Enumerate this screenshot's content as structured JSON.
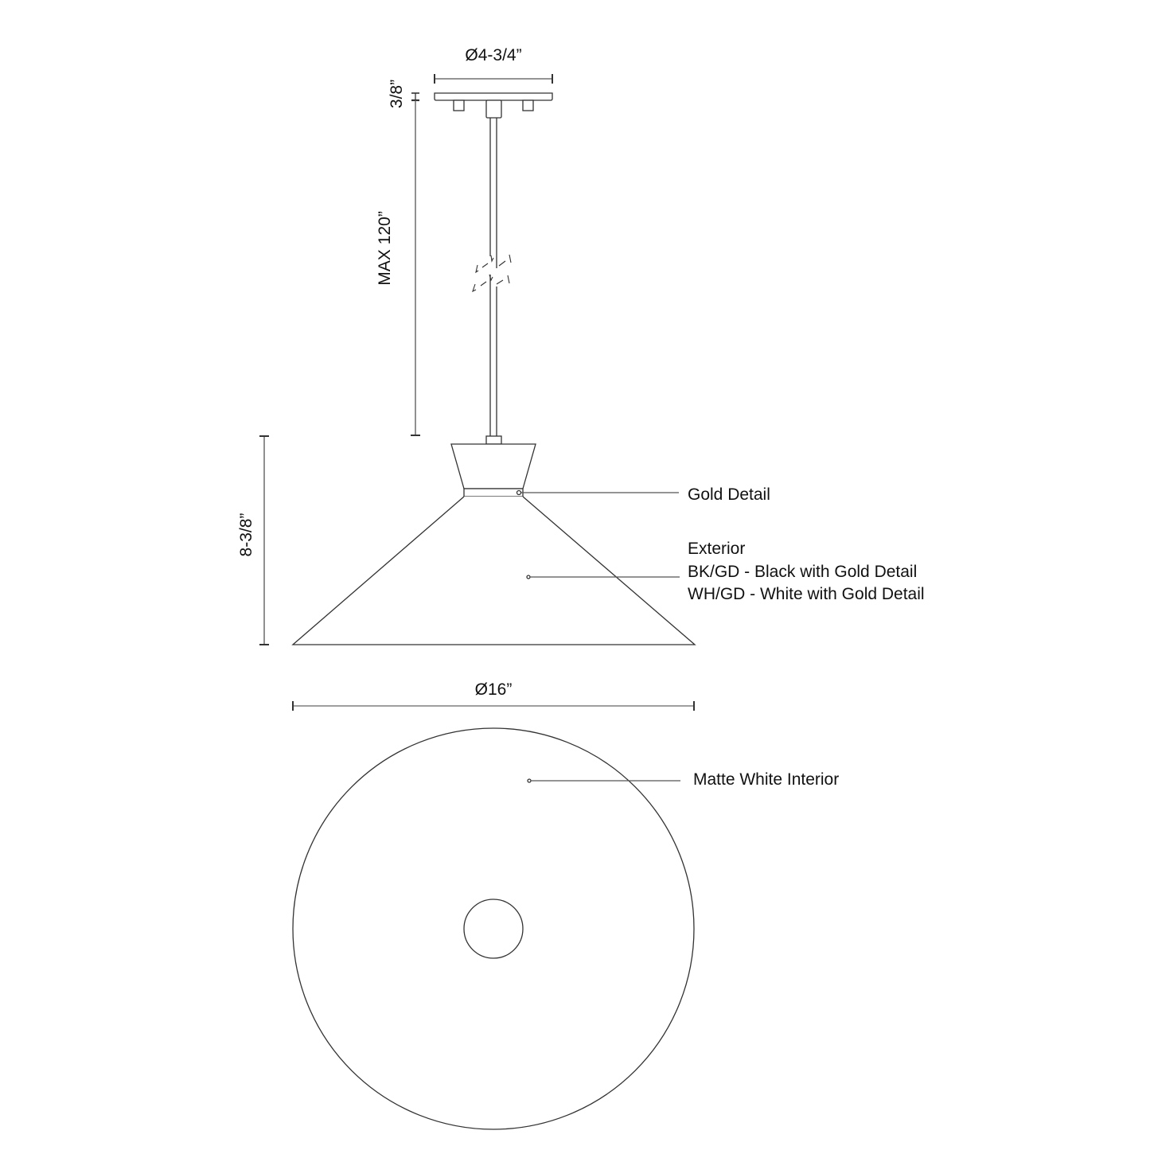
{
  "diagram": {
    "type": "technical-line-drawing",
    "subject": "pendant light with conical shade",
    "views": [
      "side elevation",
      "bottom view"
    ],
    "line_color": "#333333",
    "background": "#ffffff"
  },
  "dimensions": {
    "canopy_diameter": "Ø4-3/4”",
    "canopy_height": "3/8”",
    "max_overall_length": "MAX 120”",
    "shade_height": "8-3/8”",
    "shade_diameter": "Ø16”"
  },
  "callouts": {
    "gold_detail": "Gold Detail",
    "exterior_title": "Exterior",
    "exterior_option_1": "BK/GD - Black with Gold Detail",
    "exterior_option_2": "WH/GD - White with Gold Detail",
    "interior": "Matte White Interior"
  }
}
